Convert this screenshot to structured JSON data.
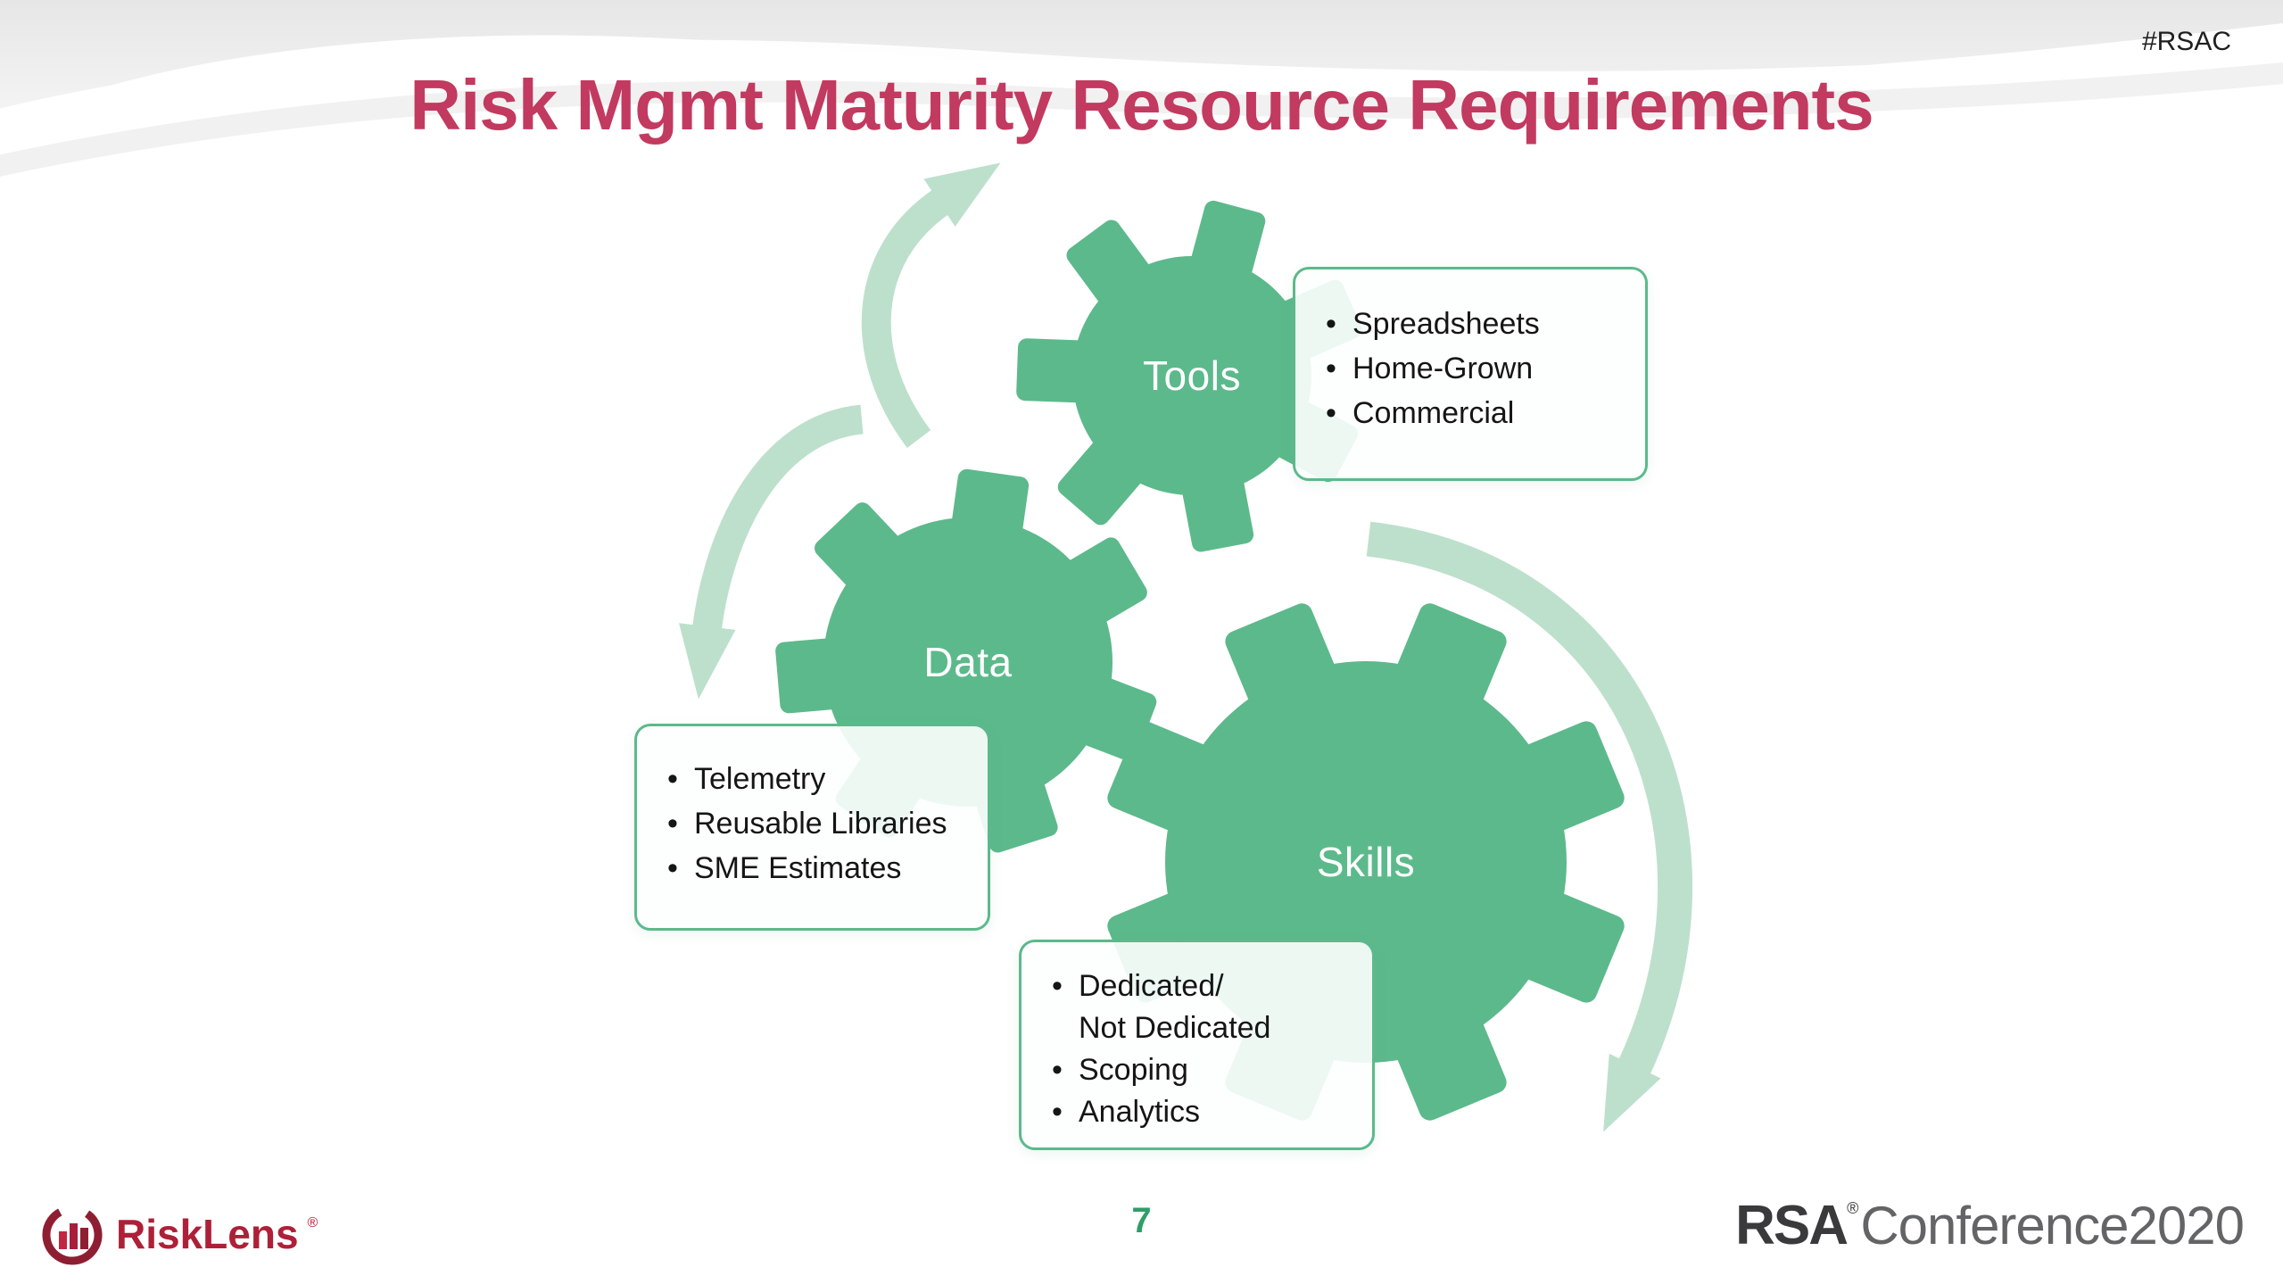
{
  "slide": {
    "hashtag": "#RSAC",
    "title": "Risk Mgmt Maturity Resource Requirements",
    "page_number": "7"
  },
  "diagram": {
    "gears": [
      {
        "label": "Tools",
        "items": [
          "Spreadsheets",
          "Home-Grown",
          "Commercial"
        ]
      },
      {
        "label": "Data",
        "items": [
          "Telemetry",
          "Reusable Libraries",
          "SME Estimates"
        ]
      },
      {
        "label": "Skills",
        "items": [
          "Dedicated/\nNot Dedicated",
          "Scoping",
          "Analytics"
        ]
      }
    ],
    "colors": {
      "gear_green": "#5CB98B",
      "arrow_green": "#BDE0CC",
      "callout_border": "#5CB98B"
    }
  },
  "footer": {
    "risklens_text": "RiskLens",
    "risklens_reg": "®",
    "rsa": "RSA",
    "rsa_reg": "®",
    "conference_year": "Conference2020"
  }
}
